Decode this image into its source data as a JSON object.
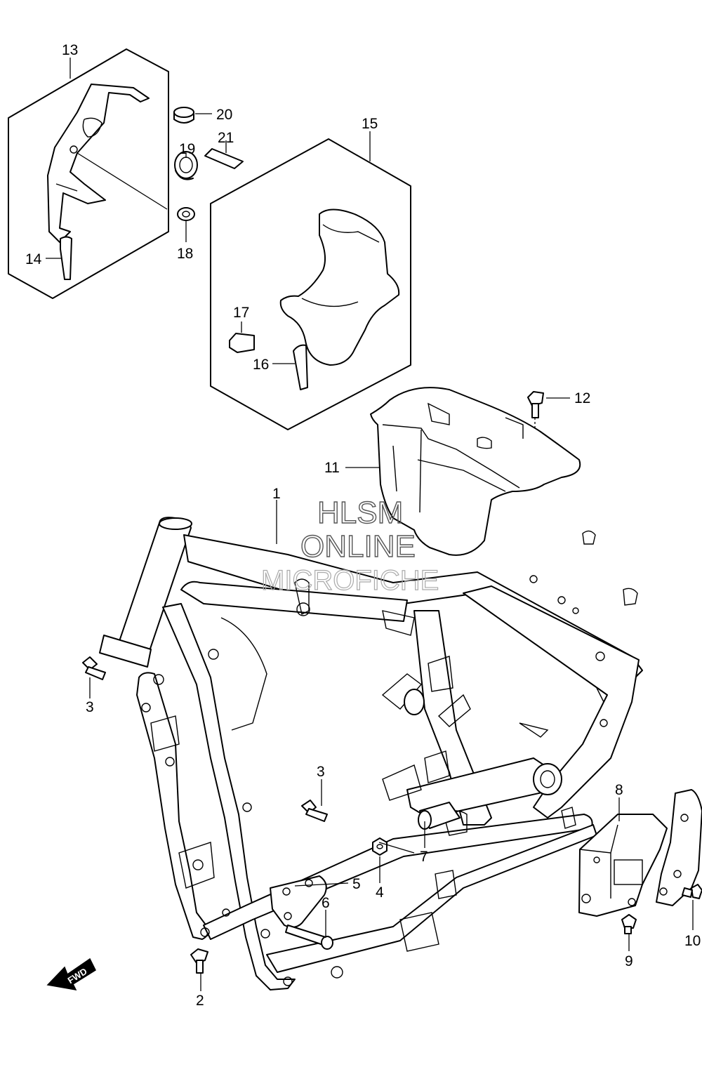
{
  "callouts": [
    {
      "id": "c1",
      "text": "1"
    },
    {
      "id": "c2",
      "text": "2"
    },
    {
      "id": "c3a",
      "text": "3"
    },
    {
      "id": "c3b",
      "text": "3"
    },
    {
      "id": "c4",
      "text": "4"
    },
    {
      "id": "c5",
      "text": "5"
    },
    {
      "id": "c6",
      "text": "6"
    },
    {
      "id": "c7",
      "text": "7"
    },
    {
      "id": "c8",
      "text": "8"
    },
    {
      "id": "c9",
      "text": "9"
    },
    {
      "id": "c10",
      "text": "10"
    },
    {
      "id": "c11",
      "text": "11"
    },
    {
      "id": "c12",
      "text": "12"
    },
    {
      "id": "c13",
      "text": "13"
    },
    {
      "id": "c14",
      "text": "14"
    },
    {
      "id": "c15",
      "text": "15"
    },
    {
      "id": "c16",
      "text": "16"
    },
    {
      "id": "c17",
      "text": "17"
    },
    {
      "id": "c18",
      "text": "18"
    },
    {
      "id": "c19",
      "text": "19"
    },
    {
      "id": "c20",
      "text": "20"
    },
    {
      "id": "c21",
      "text": "21"
    }
  ],
  "watermark": {
    "line1": "HLSM",
    "line2": "ONLINE",
    "line3": "MICROFICHE"
  },
  "fwd_label": "FWD"
}
